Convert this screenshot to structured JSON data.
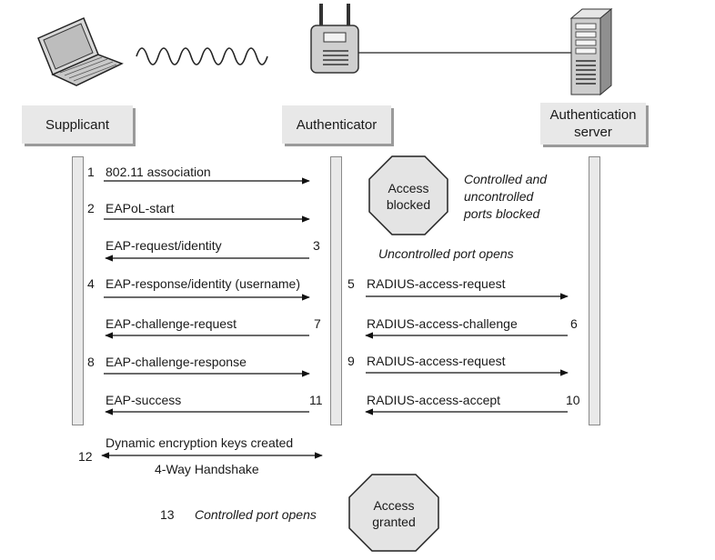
{
  "entities": {
    "supplicant": "Supplicant",
    "authenticator": "Authenticator",
    "auth_server_line1": "Authentication",
    "auth_server_line2": "server"
  },
  "octagons": {
    "blocked_line1": "Access",
    "blocked_line2": "blocked",
    "granted_line1": "Access",
    "granted_line2": "granted"
  },
  "notes": {
    "blocked_line1": "Controlled and",
    "blocked_line2": "uncontrolled",
    "blocked_line3": "ports blocked",
    "uncontrolled_open": "Uncontrolled port opens",
    "controlled_open": "Controlled port opens"
  },
  "messages": {
    "m1": {
      "num": "1",
      "label": "802.11 association"
    },
    "m2": {
      "num": "2",
      "label": "EAPoL-start"
    },
    "m3": {
      "num": "3",
      "label": "EAP-request/identity"
    },
    "m4": {
      "num": "4",
      "label": "EAP-response/identity (username)"
    },
    "m5": {
      "num": "5",
      "label": "RADIUS-access-request"
    },
    "m6": {
      "num": "6",
      "label": "RADIUS-access-challenge"
    },
    "m7": {
      "num": "7",
      "label": "EAP-challenge-request"
    },
    "m8": {
      "num": "8",
      "label": "EAP-challenge-response"
    },
    "m9": {
      "num": "9",
      "label": "RADIUS-access-request"
    },
    "m10": {
      "num": "10",
      "label": "RADIUS-access-accept"
    },
    "m11": {
      "num": "11",
      "label": "EAP-success"
    },
    "m12": {
      "num": "12",
      "label_top": "Dynamic encryption keys created",
      "label_bottom": "4-Way Handshake"
    },
    "m13": {
      "num": "13"
    }
  },
  "icons": [
    "laptop-icon",
    "wireless-wave-icon",
    "access-point-icon",
    "server-icon"
  ]
}
